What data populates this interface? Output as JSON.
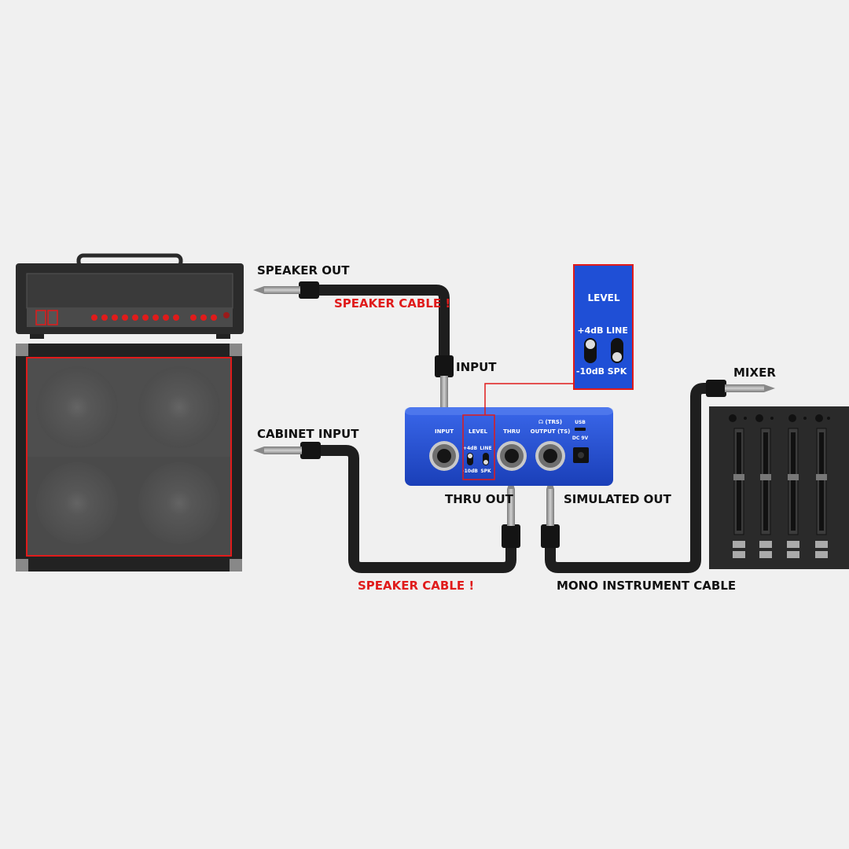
{
  "labels": {
    "speaker_out": "SPEAKER OUT",
    "speaker_cable_top": "SPEAKER CABLE !",
    "input": "INPUT",
    "cabinet_input": "CABINET INPUT",
    "thru_out": "THRU OUT",
    "simulated_out": "SIMULATED OUT",
    "speaker_cable_bottom": "SPEAKER CABLE !",
    "mono_instrument_cable": "MONO INSTRUMENT CABLE",
    "mixer": "MIXER"
  },
  "device": {
    "input": "INPUT",
    "level": "LEVEL",
    "plus4db": "+4dB",
    "minus10db": "-10dB",
    "line": "LINE",
    "spk": "SPK",
    "thru": "THRU",
    "trs": "☊ (TRS)",
    "output_ts": "OUTPUT (TS)",
    "usb": "USB",
    "dc": "DC 9V"
  },
  "zoom": {
    "title": "LEVEL",
    "plus4db": "+4dB",
    "minus10db": "-10dB",
    "line": "LINE",
    "spk": "SPK"
  },
  "colors": {
    "device_blue": "#1f4fd6",
    "highlight_red": "#e01b1b",
    "cable": "#1e1e1e"
  }
}
